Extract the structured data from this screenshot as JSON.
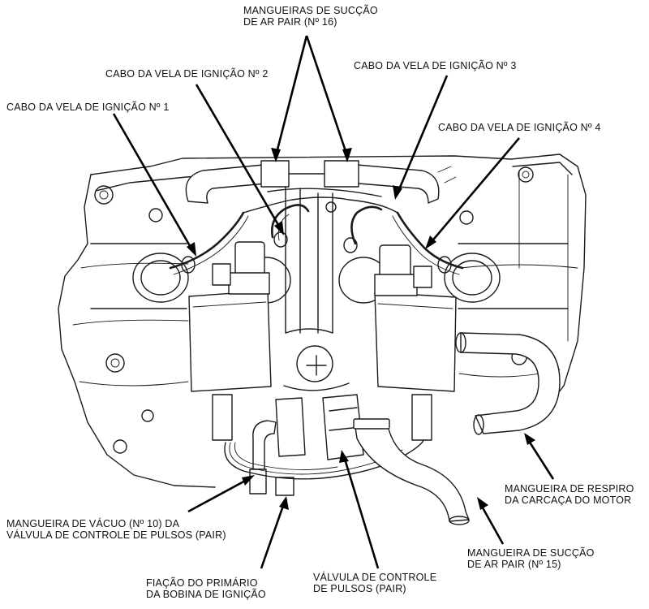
{
  "labels": {
    "pair_suction_hoses_16": [
      "MANGUEIRAS DE SUCÇÃO",
      "DE AR PAIR (Nº 16)"
    ],
    "spark_plug_cable_2": [
      "CABO DA VELA DE IGNIÇÃO Nº 2"
    ],
    "spark_plug_cable_3": [
      "CABO DA VELA DE IGNIÇÃO Nº 3"
    ],
    "spark_plug_cable_1": [
      "CABO DA VELA DE IGNIÇÃO Nº 1"
    ],
    "spark_plug_cable_4": [
      "CABO DA VELA DE IGNIÇÃO Nº 4"
    ],
    "crankcase_breather_hose": [
      "MANGUEIRA DE RESPIRO",
      "DA CARCAÇA DO MOTOR"
    ],
    "pair_suction_hose_15": [
      "MANGUEIRA DE SUCÇÃO",
      "DE AR PAIR (Nº 15)"
    ],
    "vacuum_hose_10": [
      "MANGUEIRA DE VÁCUO (Nº 10) DA",
      "VÁLVULA DE CONTROLE DE PULSOS (PAIR)"
    ],
    "pulse_control_valve": [
      "VÁLVULA DE CONTROLE",
      "DE PULSOS (PAIR)"
    ],
    "ignition_coil_primary_wiring": [
      "FIAÇÃO DO PRIMÁRIO",
      "DA BOBINA DE IGNIÇÃO"
    ]
  }
}
